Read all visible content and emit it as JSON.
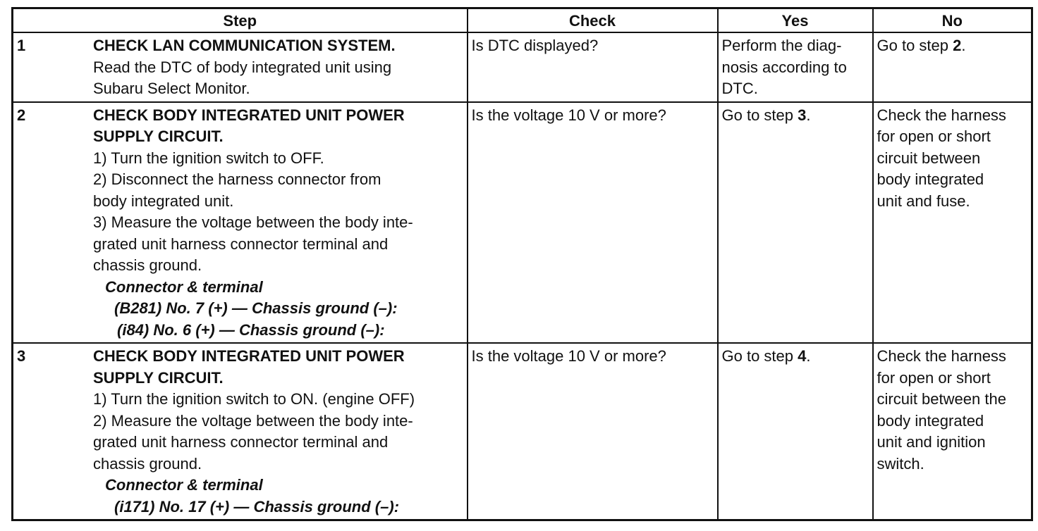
{
  "headers": {
    "step": "Step",
    "check": "Check",
    "yes": "Yes",
    "no": "No"
  },
  "rows": [
    {
      "number": "1",
      "title_lines": [
        "CHECK LAN COMMUNICATION SYSTEM."
      ],
      "instructions": [
        "Read the DTC of body integrated unit using",
        "Subaru Select Monitor."
      ],
      "check": "Is DTC displayed?",
      "yes_lines": [
        "Perform the diag-",
        "nosis according to",
        "DTC."
      ],
      "no_prefix": "Go to step ",
      "no_step": "2",
      "no_suffix": "."
    },
    {
      "number": "2",
      "title_lines": [
        "CHECK BODY INTEGRATED UNIT POWER",
        "SUPPLY CIRCUIT."
      ],
      "instructions": [
        "1)   Turn the ignition switch to OFF.",
        "2)   Disconnect the harness connector from",
        "body integrated unit.",
        "3)   Measure the voltage between the body inte-",
        "grated unit harness connector terminal and",
        "chassis ground."
      ],
      "connector_heading": "Connector & terminal",
      "connectors": [
        "(B281) No. 7 (+) — Chassis ground (–):",
        "(i84) No. 6 (+) — Chassis ground (–):"
      ],
      "check": "Is the voltage 10 V or more?",
      "yes_prefix": "Go to step ",
      "yes_step": "3",
      "yes_suffix": ".",
      "no_lines": [
        "Check the harness",
        "for open or short",
        "circuit between",
        "body integrated",
        "unit and fuse."
      ]
    },
    {
      "number": "3",
      "title_lines": [
        "CHECK BODY INTEGRATED UNIT POWER",
        "SUPPLY CIRCUIT."
      ],
      "instructions": [
        "1)   Turn the ignition switch to ON. (engine OFF)",
        "2)   Measure the voltage between the body inte-",
        "grated unit harness connector terminal and",
        "chassis ground."
      ],
      "connector_heading": "Connector & terminal",
      "connectors": [
        "(i171) No. 17 (+) — Chassis ground (–):"
      ],
      "check": "Is the voltage 10 V or more?",
      "yes_prefix": "Go to step ",
      "yes_step": "4",
      "yes_suffix": ".",
      "no_lines": [
        "Check the harness",
        "for open or short",
        "circuit between the",
        "body integrated",
        "unit and ignition",
        "switch."
      ]
    }
  ]
}
